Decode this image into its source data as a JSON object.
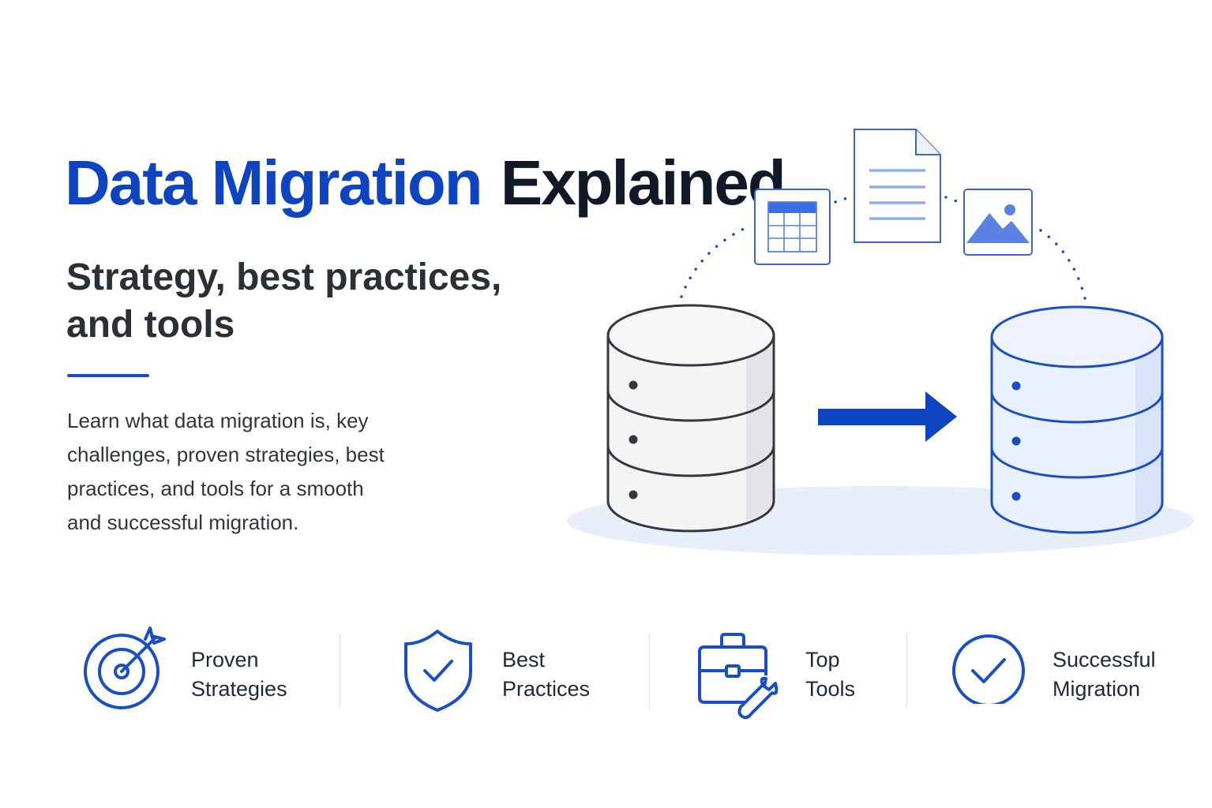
{
  "hero": {
    "title_accent": "Data Migration",
    "title_rest": "Explained",
    "subtitle_line1": "Strategy, best practices,",
    "subtitle_line2": "and tools",
    "description_lines": [
      "Learn what data migration is, key",
      "challenges, proven strategies, best",
      "practices, and tools for a smooth",
      "and successful migration."
    ]
  },
  "illustration": {
    "source_db_icon": "database-icon",
    "target_db_icon": "database-icon",
    "arrow_icon": "arrow-right-icon",
    "floating_files": [
      "spreadsheet-icon",
      "document-icon",
      "image-icon"
    ]
  },
  "features": [
    {
      "icon": "target-icon",
      "line1": "Proven",
      "line2": "Strategies"
    },
    {
      "icon": "shield-check-icon",
      "line1": "Best",
      "line2": "Practices"
    },
    {
      "icon": "toolbox-icon",
      "line1": "Top",
      "line2": "Tools"
    },
    {
      "icon": "check-circle-icon",
      "line1": "Successful",
      "line2": "Migration"
    }
  ],
  "colors": {
    "accent": "#0f44c0",
    "dark_text": "#111827",
    "db_source_fill": "#f4f4f5",
    "db_target_fill": "#e8efff",
    "shadow": "#e9effa"
  }
}
